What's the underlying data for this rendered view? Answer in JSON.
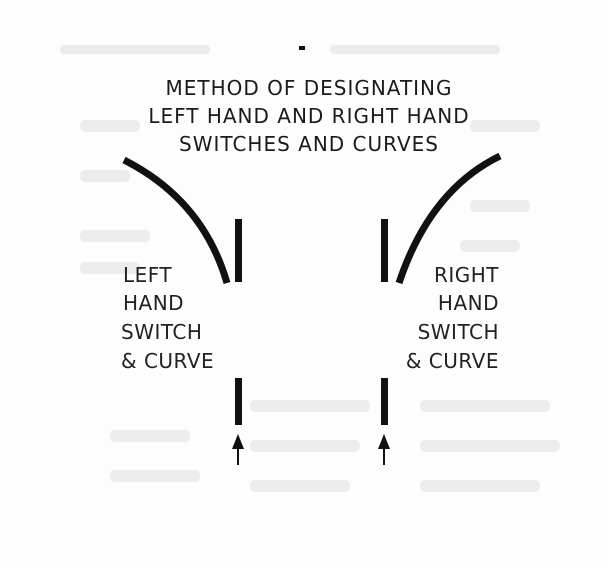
{
  "title": {
    "line1": "METHOD OF DESIGNATING",
    "line2": "LEFT HAND AND RIGHT HAND",
    "line3": "SWITCHES AND CURVES"
  },
  "left_label": {
    "line1": "LEFT",
    "line2": "HAND",
    "line3": "SWITCH",
    "line4": "& CURVE"
  },
  "right_label": {
    "line1": "RIGHT",
    "line2": "HAND",
    "line3": "SWITCH",
    "line4": "& CURVE"
  },
  "colors": {
    "ink": "#111111",
    "background": "#fdfdfd",
    "ghost": "#e9e9e9"
  }
}
